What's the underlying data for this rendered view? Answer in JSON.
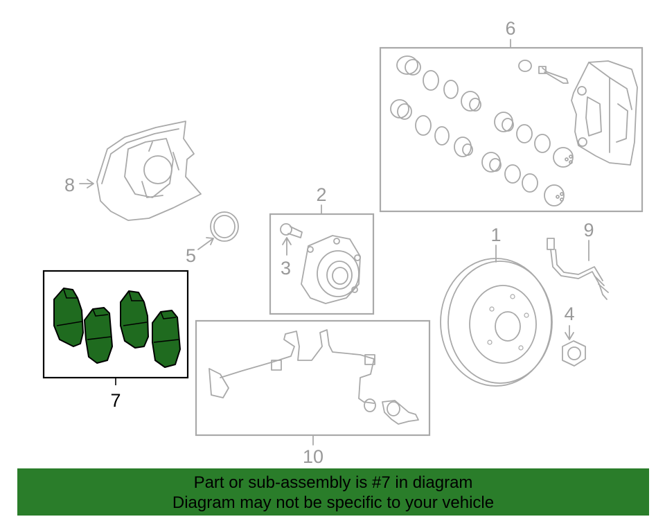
{
  "diagram": {
    "callouts": [
      {
        "id": "1",
        "label": "1"
      },
      {
        "id": "2",
        "label": "2"
      },
      {
        "id": "3",
        "label": "3"
      },
      {
        "id": "4",
        "label": "4"
      },
      {
        "id": "5",
        "label": "5"
      },
      {
        "id": "6",
        "label": "6"
      },
      {
        "id": "7",
        "label": "7"
      },
      {
        "id": "8",
        "label": "8"
      },
      {
        "id": "9",
        "label": "9"
      },
      {
        "id": "10",
        "label": "10"
      }
    ],
    "highlighted_part": "7",
    "colors": {
      "highlight_fill": "#1f6b1f",
      "banner_background": "#2a7d2a",
      "part_outline": "#a9a9a9"
    }
  },
  "banner": {
    "line1": "Part or sub-assembly is #7 in diagram",
    "line2": "Diagram may not be specific to your vehicle"
  }
}
